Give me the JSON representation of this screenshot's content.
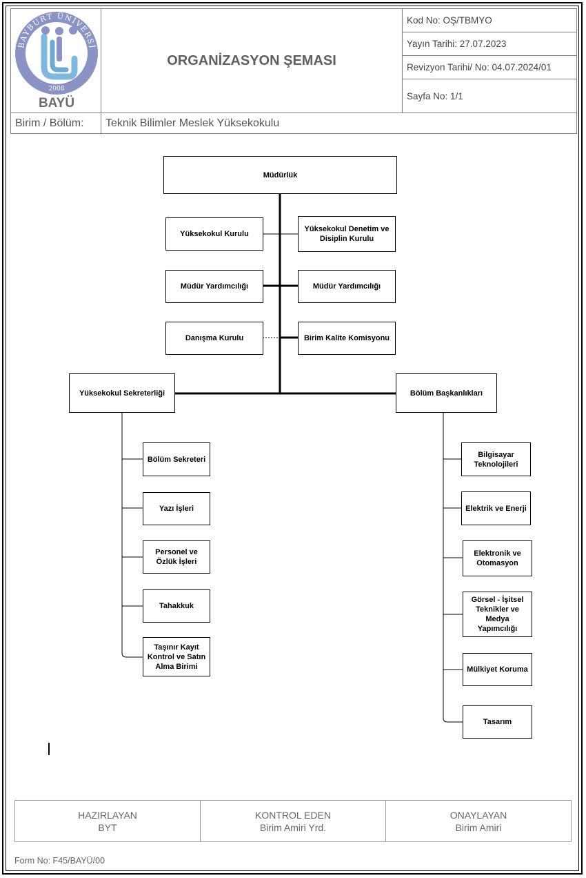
{
  "header": {
    "logo_ring_text": "BAYBURT ÜNİVERSİTESİ",
    "logo_year": "2008",
    "logo_abbr": "BAYÜ",
    "title": "ORGANİZASYON ŞEMASI",
    "code_no": "Kod No: OŞ/TBMYO",
    "publish_date": "Yayın Tarihi: 27.07.2023",
    "revision": "Revizyon Tarihi/ No: 04.07.2024/01",
    "page_no": "Sayfa No: 1/1",
    "unit_label": "Birim / Bölüm:",
    "unit_value": "Teknik Bilimler Meslek Yüksekokulu"
  },
  "chart": {
    "top": "Müdürlük",
    "left_upper": [
      "Yüksekokul Kurulu",
      "Müdür Yardımcılığı",
      "Danışma Kurulu"
    ],
    "right_upper": [
      "Yüksekokul Denetim ve Disiplin Kurulu",
      "Müdür Yardımcılığı",
      "Birim Kalite Komisyonu"
    ],
    "secretary": "Yüksekokul Sekreterliği",
    "departments_head": "Bölüm Başkanlıkları",
    "secretary_units": [
      "Bölüm Sekreteri",
      "Yazı İşleri",
      "Personel ve Özlük İşleri",
      "Tahakkuk",
      "Taşınır Kayıt Kontrol ve Satın Alma Birimi"
    ],
    "departments": [
      "Bilgisayar Teknolojileri",
      "Elektrik ve Enerji",
      "Elektronik ve Otomasyon",
      "Görsel - İşitsel Teknikler ve Medya Yapımcılığı",
      "Mülkiyet Koruma",
      "Tasarım"
    ]
  },
  "signatures": {
    "prepared_title": "HAZIRLAYAN",
    "prepared_by": "BYT",
    "checked_title": "KONTROL EDEN",
    "checked_by": "Birim Amiri Yrd.",
    "approved_title": "ONAYLAYAN",
    "approved_by": "Birim Amiri"
  },
  "footer": {
    "form_no": "Form No: F45/BAYÜ/00"
  }
}
